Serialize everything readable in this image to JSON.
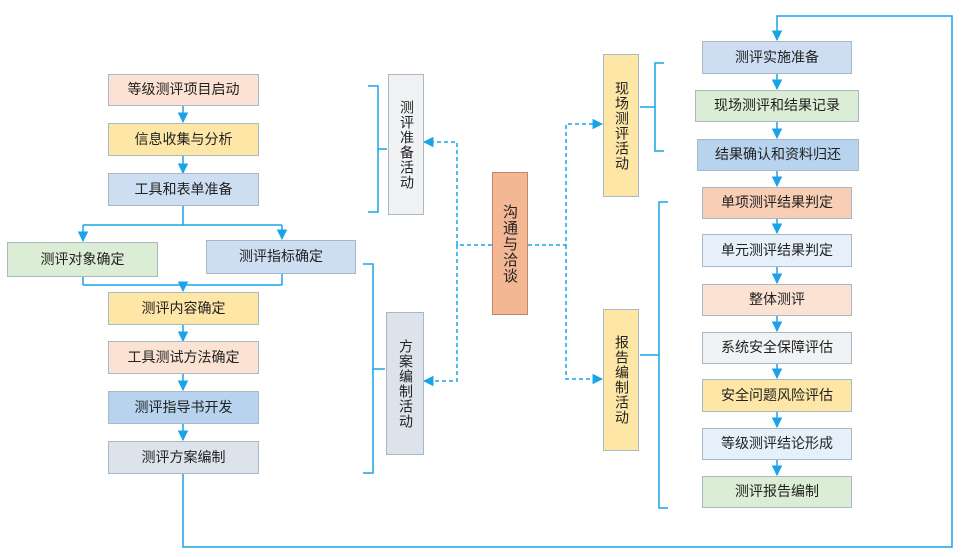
{
  "left_flow": {
    "project_start": "等级测评项目启动",
    "info_collect": "信息收集与分析",
    "tools_forms": "工具和表单准备",
    "object_confirm": "测评对象确定",
    "indicator_confirm": "测评指标确定",
    "content_confirm": "测评内容确定",
    "tool_method": "工具测试方法确定",
    "guide_dev": "测评指导书开发",
    "plan_write": "测评方案编制"
  },
  "phases": {
    "prep": "测评准备活动",
    "plan": "方案编制活动",
    "onsite": "现场测评活动",
    "report": "报告编制活动"
  },
  "center": {
    "communication": "沟通与洽谈"
  },
  "right_flow": {
    "onsite_prep": "测评实施准备",
    "onsite_record": "现场测评和结果记录",
    "result_confirm": "结果确认和资料归还",
    "single_result": "单项测评结果判定",
    "unit_result": "单元测评结果判定",
    "overall": "整体测评",
    "security_eval": "系统安全保障评估",
    "risk_eval": "安全问题风险评估",
    "conclusion": "等级测评结论形成",
    "report_write": "测评报告编制"
  },
  "colors": {
    "line": "#1aa3e8",
    "dash": "#1aa3e8"
  }
}
